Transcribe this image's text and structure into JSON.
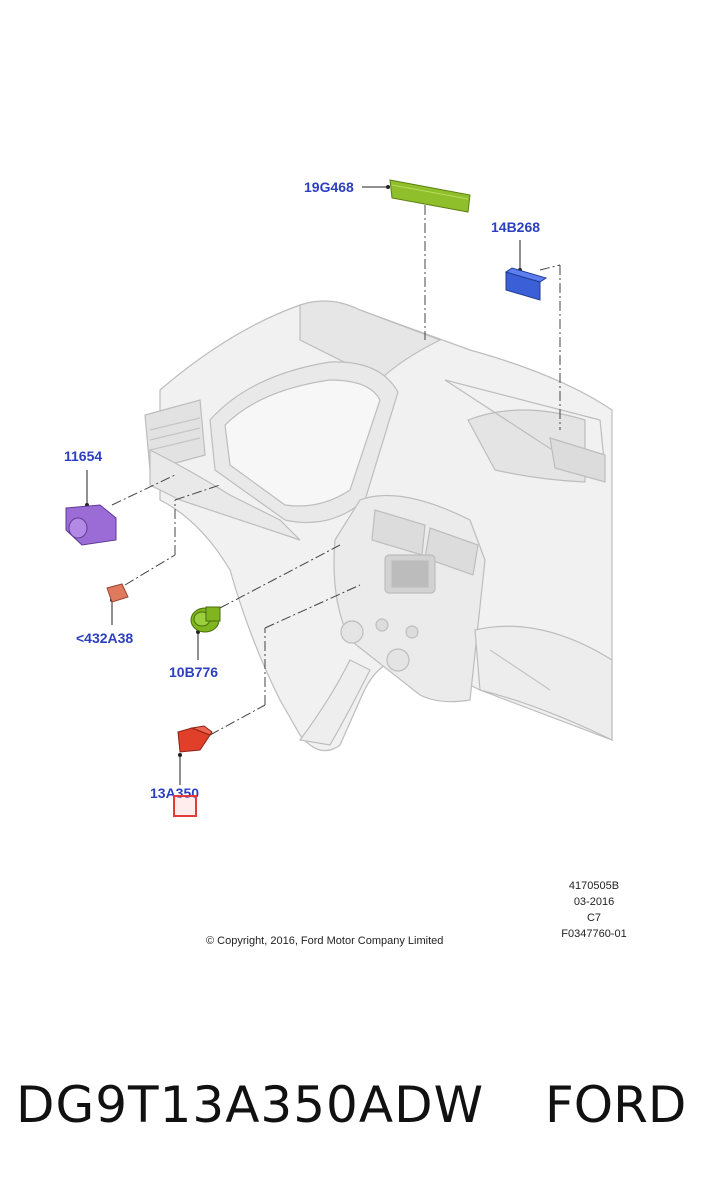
{
  "callouts": {
    "c19G468": "19G468",
    "c14B268": "14B268",
    "c11654": "11654",
    "c432A38": "<432A38",
    "c10B776": "10B776",
    "c13A350": "13A350"
  },
  "meta": {
    "line1": "4170505B",
    "line2": "03-2016",
    "line3": "C7",
    "line4": "F0347760-01"
  },
  "copyright": "© Copyright, 2016, Ford Motor Company Limited",
  "caption": {
    "part_number": "DG9T13A350ADW",
    "brand": "FORD"
  },
  "colors": {
    "callout_text": "#2b3fbf",
    "part_19G468": "#8fbf2a",
    "part_14B268": "#3a5fd6",
    "part_11654": "#9b6bd6",
    "part_432A38": "#e07a5f",
    "part_10B776": "#7fb51e",
    "part_13A350": "#e0402a",
    "highlight": "#e23b3b"
  },
  "icons": {
    "part_19G468": "trim-strip-icon",
    "part_14B268": "switch-module-icon",
    "part_11654": "headlamp-switch-icon",
    "part_432A38": "connector-icon",
    "part_10B776": "push-button-icon",
    "part_13A350": "hazard-switch-icon"
  }
}
